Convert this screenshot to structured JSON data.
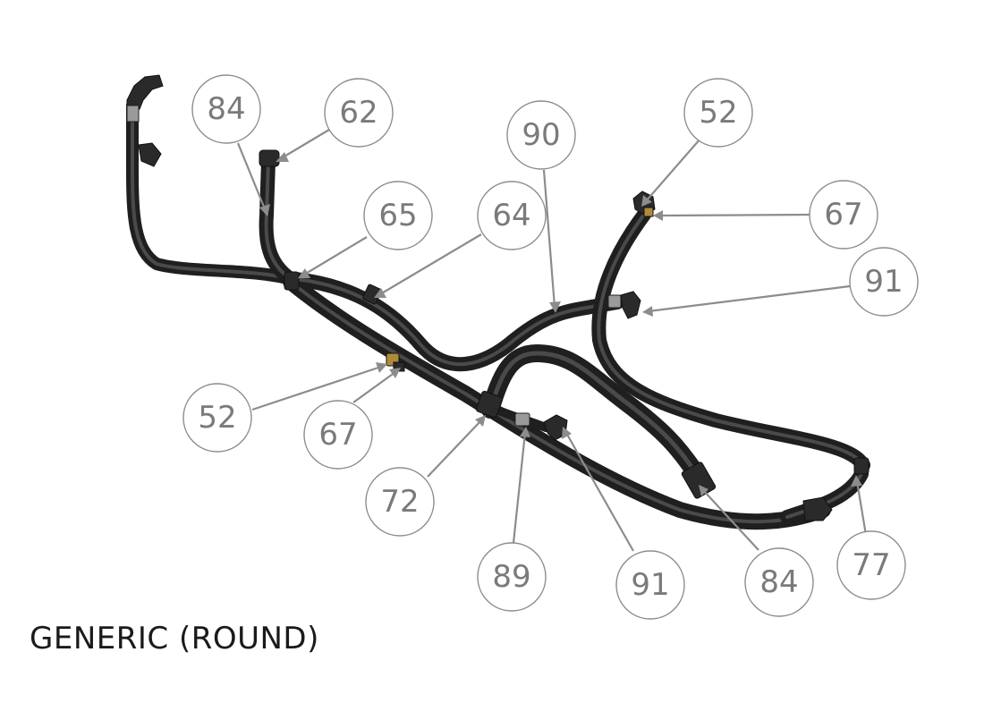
{
  "caption": "GENERIC (ROUND)",
  "balloons": [
    {
      "id": "b-84-top",
      "label": "84"
    },
    {
      "id": "b-62",
      "label": "62"
    },
    {
      "id": "b-90",
      "label": "90"
    },
    {
      "id": "b-52-top",
      "label": "52"
    },
    {
      "id": "b-65",
      "label": "65"
    },
    {
      "id": "b-64",
      "label": "64"
    },
    {
      "id": "b-67-right",
      "label": "67"
    },
    {
      "id": "b-91-right",
      "label": "91"
    },
    {
      "id": "b-52-left",
      "label": "52"
    },
    {
      "id": "b-67-left",
      "label": "67"
    },
    {
      "id": "b-72",
      "label": "72"
    },
    {
      "id": "b-89",
      "label": "89"
    },
    {
      "id": "b-91-bottom",
      "label": "91"
    },
    {
      "id": "b-84-bottom",
      "label": "84"
    },
    {
      "id": "b-77",
      "label": "77"
    }
  ],
  "colors": {
    "hose": "#1f1f1f",
    "balloon_stroke": "#8c8c8c",
    "balloon_text": "#7a7a7a",
    "caption": "#1a1a1a"
  }
}
